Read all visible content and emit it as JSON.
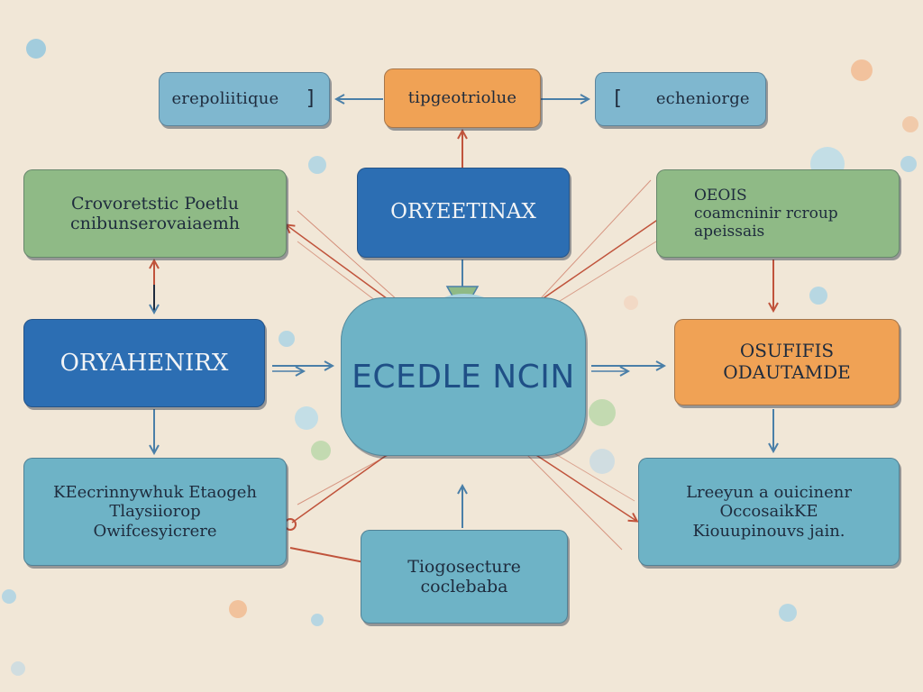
{
  "colors": {
    "background": "#f1e7d7",
    "light_blue": "#7fb7cf",
    "teal": "#6eb3c6",
    "green": "#8fba86",
    "orange": "#f0a255",
    "dark_blue": "#2c6eb3",
    "arrow_blue": "#4a7fa8",
    "arrow_red": "#c0533b"
  },
  "top_row": {
    "left": {
      "text": "erepoliitique",
      "bracket": "]"
    },
    "center": {
      "text": "tipgeotriolue"
    },
    "right": {
      "bracket": "[",
      "text": "echeniorge"
    }
  },
  "left_column": {
    "green_box": [
      "Crovoretstic Poetlu",
      "cnibunserovaiaemh"
    ],
    "blue_box": "ORYAHENIRX",
    "teal_box": [
      "KEecrinnywhuk Etaogeh",
      "Tlaysiiorop",
      "Owifcesyicrere"
    ]
  },
  "middle_column": {
    "top_box": "ORYEETINAX",
    "center_label": "ECEDLE NCIN",
    "bottom_box": [
      "Tiogosecture",
      "coclebaba"
    ]
  },
  "right_column": {
    "green_box": [
      "OEOIS",
      "coamcninir rcroup",
      "apeissais"
    ],
    "orange_box": [
      "OSUFIFIS",
      "ODAUTAMDE"
    ],
    "teal_box": [
      "Lreeyun a ouicinenr",
      "OccosaikKE",
      "Kiouupinouvs jain."
    ]
  },
  "icons": [
    "arrow-icon"
  ]
}
